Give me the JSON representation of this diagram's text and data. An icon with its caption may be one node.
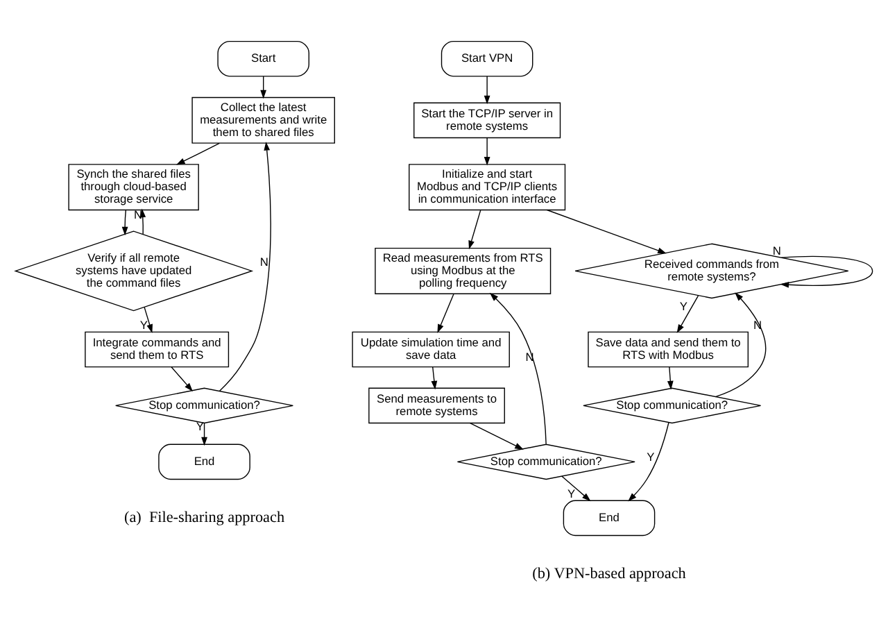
{
  "diagram": {
    "nodes": [
      {
        "text": [
          "Start"
        ]
      },
      {
        "text": [
          "Collect the latest measurements and write them to shared files"
        ]
      },
      {
        "text": [
          "Synch the shared files through cloud-based storage service"
        ]
      },
      {
        "text": [
          "Verify if all remote systems have updated the command files"
        ]
      },
      {
        "text": [
          "Integrate commands and send them to RTS"
        ]
      },
      {
        "text": [
          "Stop communication?"
        ]
      },
      {
        "text": [
          "End"
        ]
      },
      {
        "text": [
          "Start VPN"
        ]
      },
      {
        "text": [
          "Start the TCP/IP server in remote systems"
        ]
      },
      {
        "text": [
          "Initialize and start Modbus and TCP/IP clients in communication interface"
        ]
      },
      {
        "text": [
          "Read measurements from RTS using Modbus at the polling frequency"
        ]
      },
      {
        "text": [
          "Update simulation time and save data"
        ]
      },
      {
        "text": [
          "Send measurements to remote systems"
        ]
      },
      {
        "text": [
          "Stop communication?"
        ]
      },
      {
        "text": [
          "Received commands from remote systems?"
        ]
      },
      {
        "text": [
          "Save data and send them to RTS with Modbus"
        ]
      },
      {
        "text": [
          "Stop communication?"
        ]
      },
      {
        "text": [
          "End"
        ]
      }
    ],
    "edges": [
      {
        "from": 0,
        "to": 1,
        "arrow": "to"
      },
      {
        "from": 1,
        "to": 2,
        "arrow": "to"
      },
      {
        "from": 2,
        "to": 3,
        "arrow": "to"
      },
      {
        "from": 3,
        "to": 2,
        "arrow": "to",
        "label": "N"
      },
      {
        "from": 3,
        "to": 4,
        "arrow": "to",
        "label": "Y"
      },
      {
        "from": 4,
        "to": 5,
        "arrow": "to"
      },
      {
        "from": 5,
        "to": 1,
        "arrow": "to",
        "label": "N"
      },
      {
        "from": 5,
        "to": 6,
        "arrow": "to",
        "label": "Y"
      },
      {
        "from": 7,
        "to": 8,
        "arrow": "to"
      },
      {
        "from": 8,
        "to": 9,
        "arrow": "to"
      },
      {
        "from": 9,
        "to": 10,
        "arrow": "to"
      },
      {
        "from": 9,
        "to": 14,
        "arrow": "to"
      },
      {
        "from": 10,
        "to": 11,
        "arrow": "to"
      },
      {
        "from": 11,
        "to": 12,
        "arrow": "to"
      },
      {
        "from": 12,
        "to": 13,
        "arrow": "to"
      },
      {
        "from": 13,
        "to": 10,
        "arrow": "to",
        "label": "N"
      },
      {
        "from": 14,
        "to": 15,
        "arrow": "to",
        "label": "Y"
      },
      {
        "from": 14,
        "to": 14,
        "arrow": "to",
        "label": "N"
      },
      {
        "from": 15,
        "to": 16,
        "arrow": "to"
      },
      {
        "from": 16,
        "to": 14,
        "arrow": "to",
        "label": "N"
      },
      {
        "from": 13,
        "to": 17,
        "arrow": "to",
        "label": "Y"
      },
      {
        "from": 16,
        "to": 17,
        "arrow": "to",
        "label": "Y"
      }
    ],
    "labels": [
      "(a)  File-sharing approach",
      "(b) VPN-based approach"
    ]
  }
}
